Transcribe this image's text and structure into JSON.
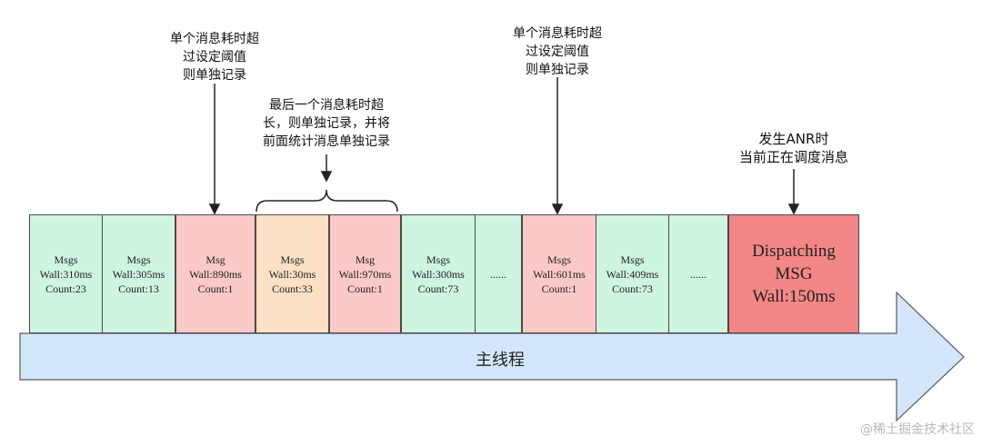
{
  "messages": [
    {
      "lines": [
        "Msgs",
        "Wall:310ms",
        "Count:23"
      ],
      "color": "green"
    },
    {
      "lines": [
        "Msgs",
        "Wall:305ms",
        "Count:13"
      ],
      "color": "green"
    },
    {
      "lines": [
        "Msg",
        "Wall:890ms",
        "Count:1"
      ],
      "color": "pink"
    },
    {
      "lines": [
        "Msgs",
        "Wall:30ms",
        "Count:33"
      ],
      "color": "orange"
    },
    {
      "lines": [
        "Msg",
        "Wall:970ms",
        "Count:1"
      ],
      "color": "pink"
    },
    {
      "lines": [
        "Msgs",
        "Wall:300ms",
        "Count:73"
      ],
      "color": "green"
    },
    {
      "lines": [
        "......"
      ],
      "color": "green"
    },
    {
      "lines": [
        "Msgs",
        "Wall:601ms",
        "Count:1"
      ],
      "color": "pink"
    },
    {
      "lines": [
        "Msgs",
        "Wall:409ms",
        "Count:73"
      ],
      "color": "green"
    },
    {
      "lines": [
        "......"
      ],
      "color": "green"
    },
    {
      "lines": [
        "Dispatching",
        "MSG",
        "Wall:150ms"
      ],
      "color": "red"
    }
  ],
  "annotations": {
    "single_left": [
      "单个消息耗时超",
      "过设定阈值",
      "则单独记录"
    ],
    "last_msg": [
      "最后一个消息耗时超",
      "长，则单独记录，并将",
      "前面统计消息单独记录"
    ],
    "single_right": [
      "单个消息耗时超",
      "过设定阈值",
      "则单独记录"
    ],
    "anr": [
      "发生ANR时",
      "当前正在调度消息"
    ]
  },
  "main_thread_label": "主线程",
  "watermark": "@稀土掘金技术社区",
  "colors": {
    "green": "#cef5e0",
    "pink": "#fcc9c9",
    "orange": "#fde1c5",
    "red": "#f48686",
    "arrow_fill": "#d4e6fb",
    "border": "#4a4a4a"
  }
}
